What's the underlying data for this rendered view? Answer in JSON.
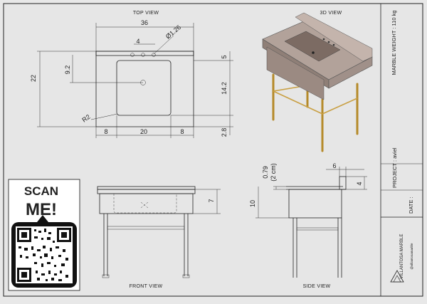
{
  "views": {
    "top": "TOP VIEW",
    "iso": "3D VIEW",
    "front": "FRONT VIEW",
    "side": "SIDE VIEW"
  },
  "dims_top": {
    "overall_width": "36",
    "faucet_spacing": "4",
    "hole_dia": "Ø1.26",
    "depth": "22",
    "backsplash_offset": "9.2",
    "splash": "5",
    "bowl_depth": "14.2",
    "radius": "R2",
    "front_gap": "2.8",
    "left_margin": "8",
    "bowl_width": "20",
    "right_margin": "8"
  },
  "dims_front": {
    "apron_height": "7"
  },
  "dims_side": {
    "top_thickness": "0.79",
    "top_thickness_cm": "(2 cm)",
    "height": "10",
    "splash_width": "6",
    "splash_height": "4"
  },
  "title_block": {
    "weight": "MARBLE WEIGHT : 110 kg",
    "project": "PROJECT : aviel",
    "date": "DATE :"
  },
  "qr": {
    "line1": "SCAN",
    "line2": "ME!"
  },
  "logo": {
    "brand": "VILLANTOSA MARBLE",
    "handle": "@villantosamarble"
  }
}
